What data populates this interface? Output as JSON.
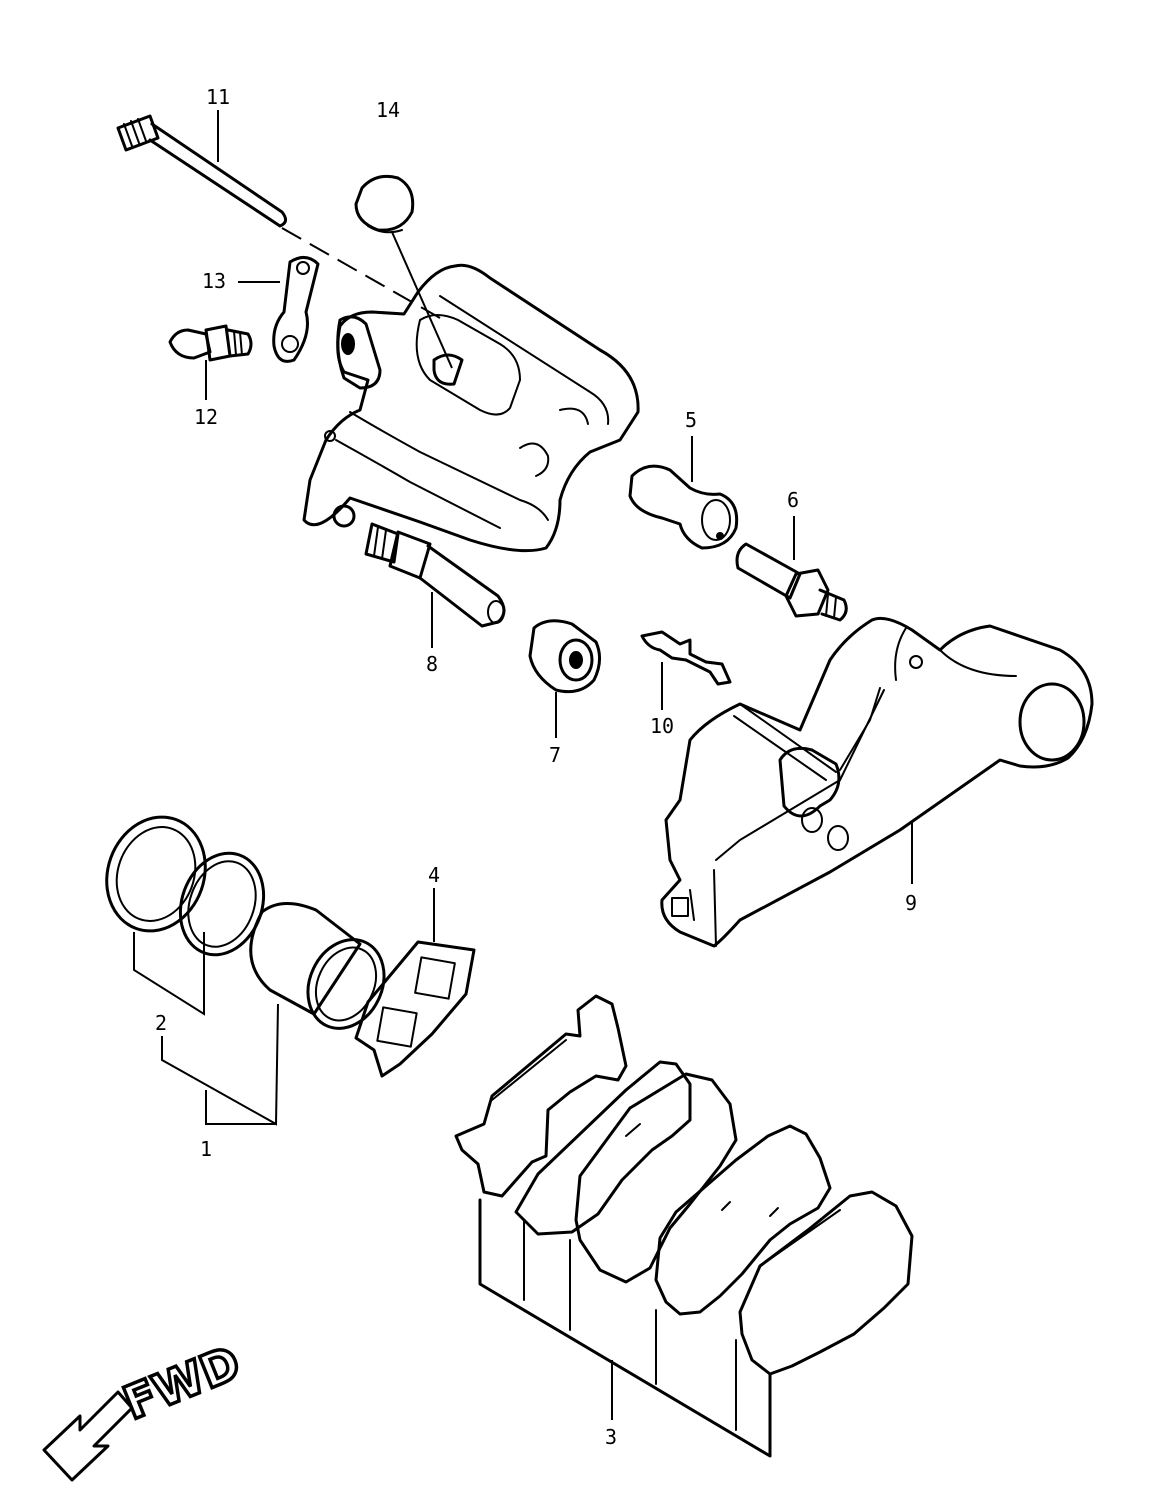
{
  "callouts": {
    "c1": "1",
    "c2": "2",
    "c3": "3",
    "c4": "4",
    "c5": "5",
    "c6": "6",
    "c7": "7",
    "c8": "8",
    "c9": "9",
    "c10": "10",
    "c11": "11",
    "c12": "12",
    "c13": "13",
    "c14": "14"
  },
  "direction_label": "FWD",
  "direction_icon": "left-arrow-icon"
}
